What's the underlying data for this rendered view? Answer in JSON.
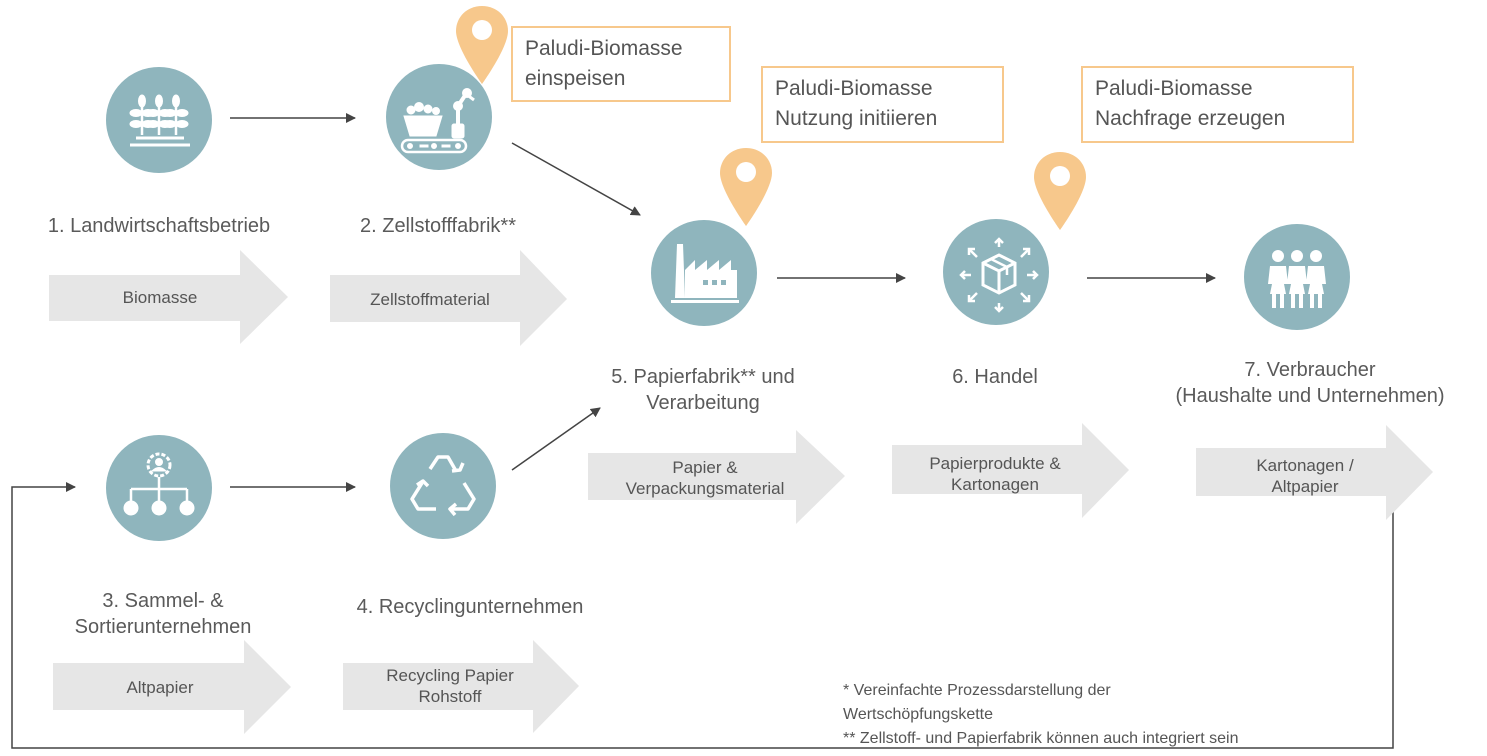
{
  "colors": {
    "circle": "#8fb5bd",
    "pin": "#f7c88c",
    "flow_arrow": "#e6e6e6",
    "connector": "#444444",
    "box_border": "#f7c88c"
  },
  "nodes": [
    {
      "id": "1",
      "label": "1. Landwirtschaftsbetrieb",
      "icon": "wheat-icon"
    },
    {
      "id": "2",
      "label": "2. Zellstofffabrik**",
      "icon": "factory-robot-icon"
    },
    {
      "id": "3",
      "label_lines": [
        "3. Sammel- &",
        "Sortierunternehmen"
      ],
      "icon": "org-chart-icon"
    },
    {
      "id": "4",
      "label": "4. Recyclingunternehmen",
      "icon": "recycle-icon"
    },
    {
      "id": "5",
      "label_lines": [
        "5. Papierfabrik** und",
        "Verarbeitung"
      ],
      "icon": "factory-icon"
    },
    {
      "id": "6",
      "label": "6. Handel",
      "icon": "box-icon"
    },
    {
      "id": "7",
      "label_lines": [
        "7. Verbraucher",
        "(Haushalte und Unternehmen)"
      ],
      "icon": "people-icon"
    }
  ],
  "flows": [
    {
      "lines": [
        "Biomasse"
      ]
    },
    {
      "lines": [
        "Zellstoffmaterial"
      ]
    },
    {
      "lines": [
        "Altpapier"
      ]
    },
    {
      "lines": [
        "Recycling Papier",
        "Rohstoff"
      ]
    },
    {
      "lines": [
        "Papier &",
        "Verpackungsmaterial"
      ]
    },
    {
      "lines": [
        "Papierprodukte &",
        "Kartonagen"
      ]
    },
    {
      "lines": [
        "Kartonagen /",
        "Altpapier"
      ]
    }
  ],
  "callouts": [
    {
      "lines": [
        "Paludi-Biomasse",
        "einspeisen"
      ]
    },
    {
      "lines": [
        "Paludi-Biomasse",
        "Nutzung initiieren"
      ]
    },
    {
      "lines": [
        "Paludi-Biomasse",
        "Nachfrage erzeugen"
      ]
    }
  ],
  "footnotes": [
    "* Vereinfachte Prozessdarstellung der",
    "Wertschöpfungskette",
    "** Zellstoff- und Papierfabrik können auch integriert sein"
  ]
}
